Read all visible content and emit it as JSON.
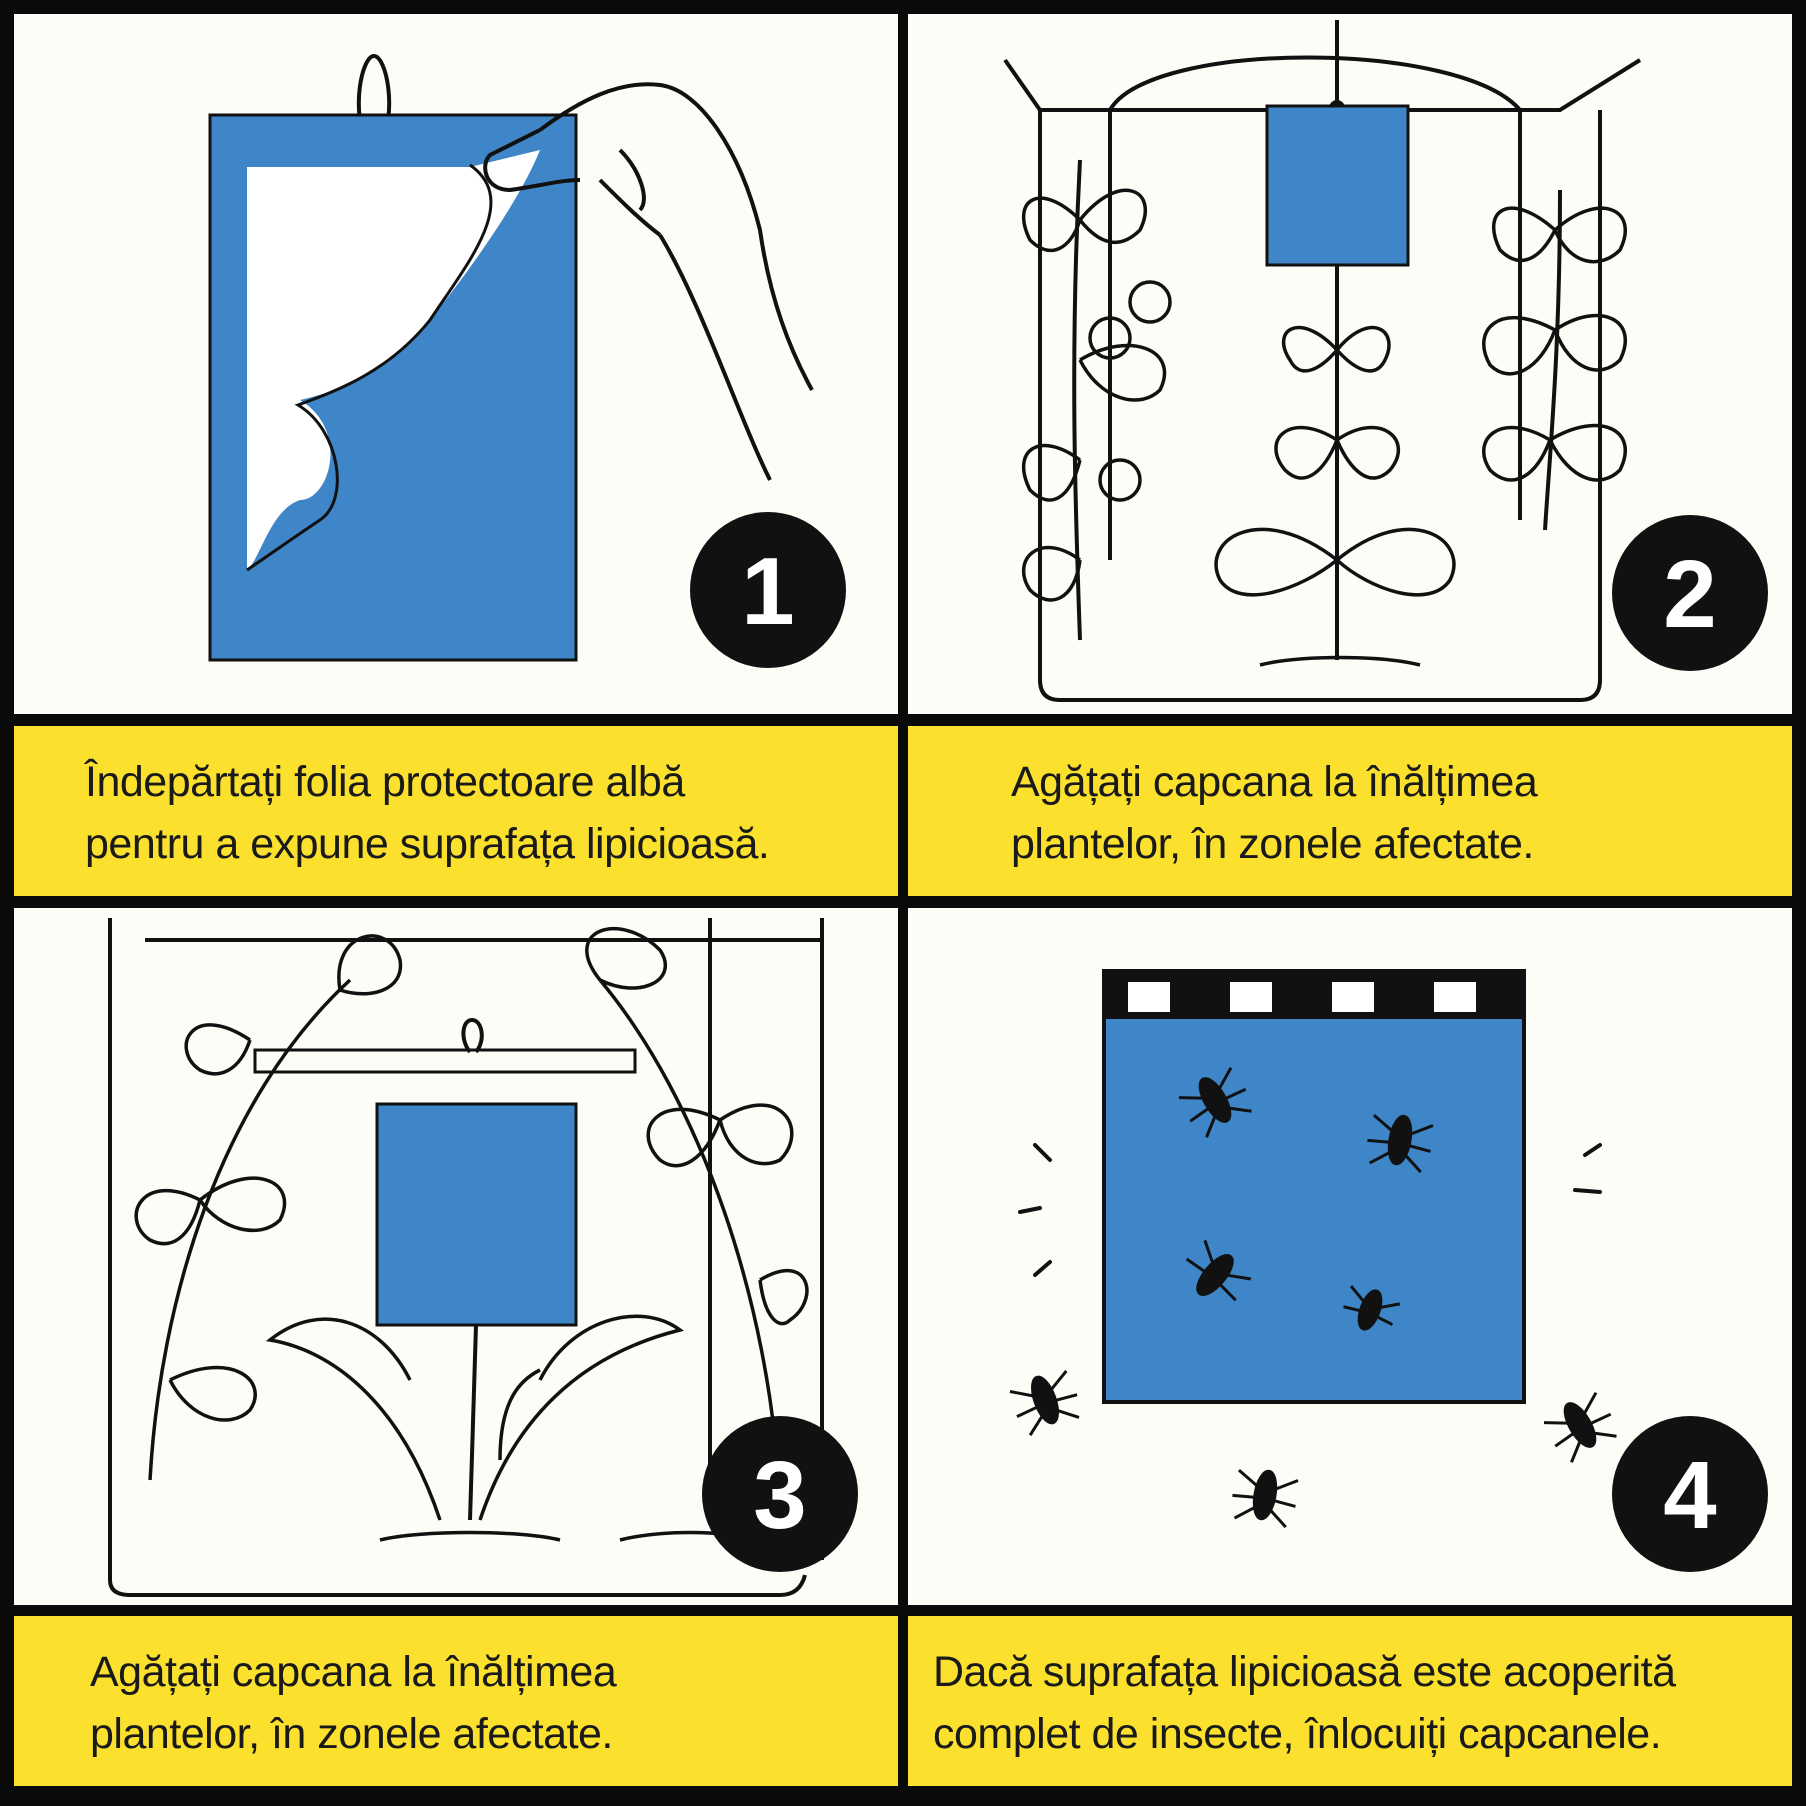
{
  "steps": [
    {
      "number": "1",
      "caption_lines": [
        "Îndepărtați folia protectoare albă",
        "pentru a expune suprafața lipicioasă."
      ]
    },
    {
      "number": "2",
      "caption_lines": [
        "Agățați capcana la înălțimea",
        "plantelor, în zonele afectate."
      ]
    },
    {
      "number": "3",
      "caption_lines": [
        "Agățați capcana la înălțimea",
        "plantelor, în zonele afectate."
      ]
    },
    {
      "number": "4",
      "caption_lines": [
        "Dacă suprafața lipicioasă este acoperită",
        "complet de insecte, înlocuiți capcanele."
      ]
    }
  ],
  "colors": {
    "trap_blue": "#3f86c8",
    "caption_yellow": "#fbe02e",
    "panel_bg": "#fdfcf7",
    "border": "#0a0a0a"
  }
}
